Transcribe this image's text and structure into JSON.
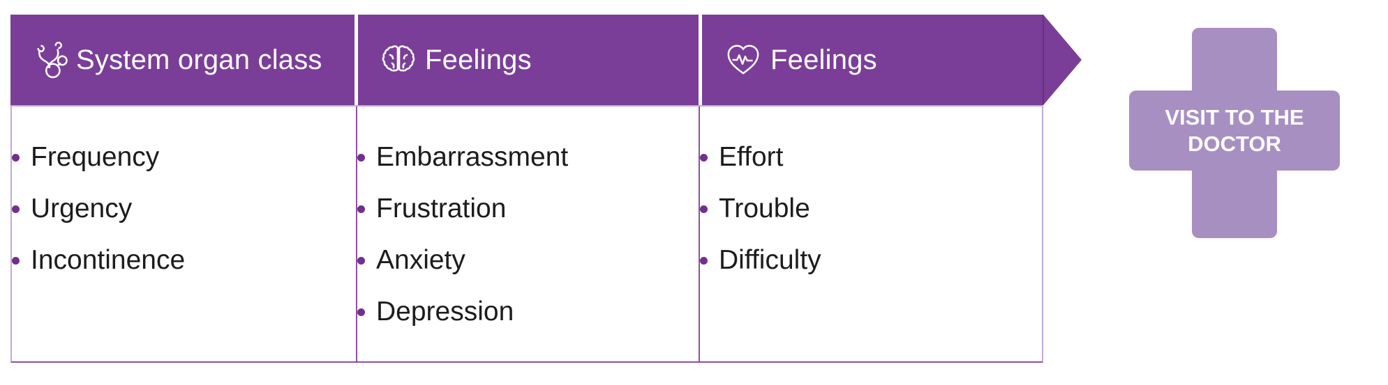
{
  "colors": {
    "header_purple": "#7b3e98",
    "divider_purple": "#8f4fa5",
    "border_light": "#c2a9d8",
    "bullet_purple": "#70308c",
    "cross_purple": "#a88fc2",
    "text_dark": "#1c1c1c",
    "header_text": "#ffffff"
  },
  "columns": [
    {
      "icon": "stethoscope-icon",
      "header": "System organ class",
      "items": [
        "Frequency",
        "Urgency",
        "Incontinence"
      ]
    },
    {
      "icon": "brain-icon",
      "header": "Feelings",
      "items": [
        "Embarrassment",
        "Frustration",
        "Anxiety",
        "Depression"
      ]
    },
    {
      "icon": "heart-pulse-icon",
      "header": "Feelings",
      "items": [
        "Effort",
        "Trouble",
        "Difficulty"
      ]
    }
  ],
  "cross": {
    "label_line1": "VISIT TO THE",
    "label_line2": "DOCTOR"
  }
}
